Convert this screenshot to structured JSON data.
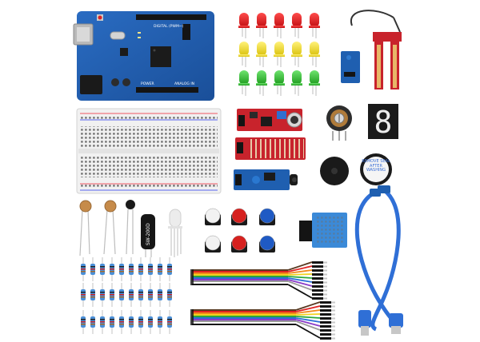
{
  "image": {
    "subject": "starter-electronics-kit",
    "background": "#ffffff",
    "colors": {
      "pcb_blue": "#1f5fb0",
      "pcb_red": "#c8232c",
      "breadboard": "#f1f1f1",
      "led_red": "#e0161b",
      "led_yellow": "#f2d80c",
      "led_green": "#2cb52c",
      "button_red": "#d6211f",
      "button_blue": "#1f5ac4",
      "button_white": "#f2f2f2",
      "dht_blue": "#3b8ad8",
      "usb_cable": "#2f6fd6",
      "ribbon": [
        "#5a3a22",
        "#e02323",
        "#f08a1a",
        "#f2d21e",
        "#2aa83a",
        "#2a6fd6",
        "#8a3cc9",
        "#9a9a9a",
        "#ffffff",
        "#111111"
      ]
    },
    "components": [
      {
        "name": "uno-board",
        "icon": "microcontroller-board"
      },
      {
        "name": "led-grid",
        "icon": "led-icon",
        "rows": [
          "red",
          "yellow",
          "green"
        ],
        "count_per_row": 5
      },
      {
        "name": "soil-moisture-sensor",
        "icon": "probe-icon"
      },
      {
        "name": "breadboard",
        "icon": "breadboard-icon"
      },
      {
        "name": "sound-sensor-module",
        "icon": "microphone-icon"
      },
      {
        "name": "potentiometer",
        "icon": "knob-icon"
      },
      {
        "name": "seven-segment-display",
        "icon": "digit-display-icon"
      },
      {
        "name": "water-level-sensor",
        "icon": "water-icon"
      },
      {
        "name": "ir-receiver-module",
        "icon": "ir-icon"
      },
      {
        "name": "active-buzzer",
        "icon": "buzzer-icon"
      },
      {
        "name": "passive-buzzer",
        "icon": "buzzer-icon"
      },
      {
        "name": "photoresistors",
        "icon": "ldr-icon"
      },
      {
        "name": "tilt-switch",
        "icon": "switch-icon"
      },
      {
        "name": "rgb-led",
        "icon": "led-icon"
      },
      {
        "name": "push-buttons",
        "icon": "button-icon"
      },
      {
        "name": "dht11-sensor",
        "icon": "thermometer-icon"
      },
      {
        "name": "resistors",
        "icon": "resistor-icon"
      },
      {
        "name": "dupont-jumper-wires",
        "icon": "wire-icon"
      },
      {
        "name": "usb-cable",
        "icon": "usb-icon"
      }
    ],
    "labels": {
      "board_silk_digital": "DIGITAL (PWM~)",
      "board_silk_power": "POWER",
      "board_silk_analog": "ANALOG IN",
      "tilt_label": "SW-200D",
      "passive_buzzer_sticker": "REMOVE SEAL AFTER WASHING",
      "seven_seg_digit": "8"
    }
  }
}
